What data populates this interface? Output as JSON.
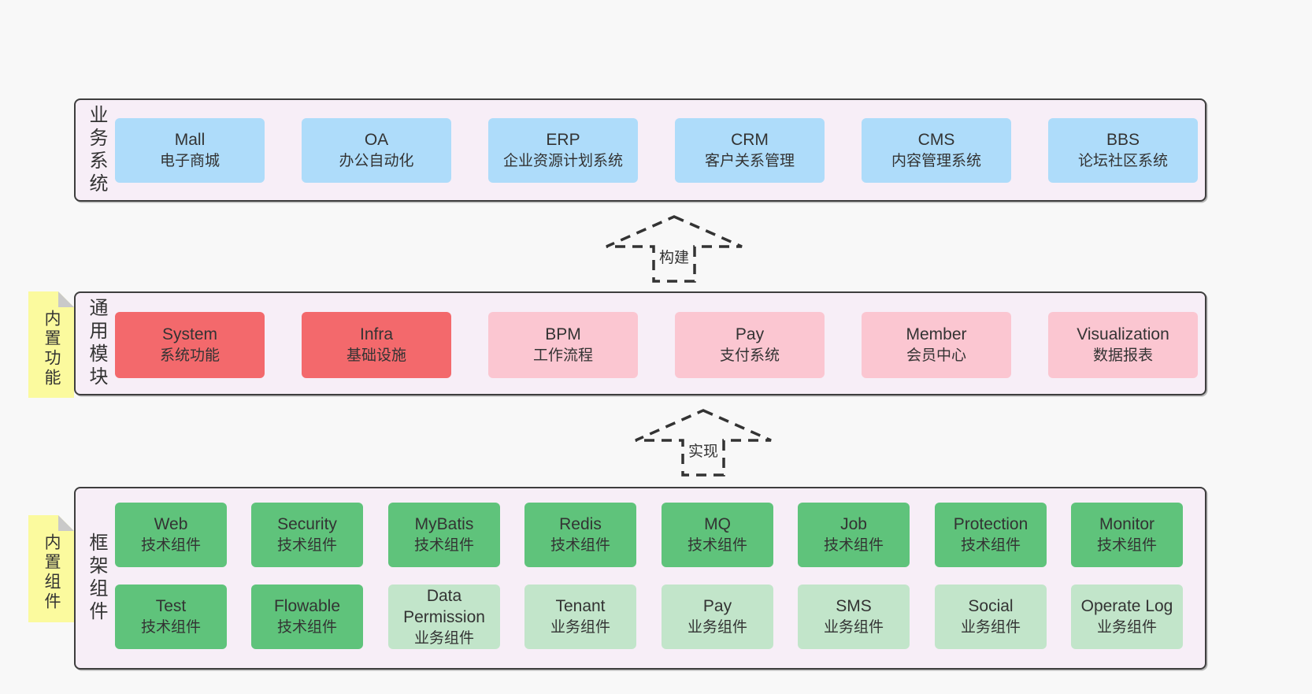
{
  "colors": {
    "background": "#f8f8f8",
    "layer_fill": "#f7eef7",
    "layer_border": "#3e3e3e",
    "business_box": "#aedcfa",
    "core_module_box": "#f3696c",
    "optional_module_box": "#fbc6d1",
    "tech_component_box": "#5fc37b",
    "biz_component_box": "#c2e5ca",
    "sticky_note": "#fbfa9e",
    "text": "#333333"
  },
  "layers": {
    "business": {
      "label": "业务系统",
      "boxes": [
        {
          "name": "Mall",
          "subtitle": "电子商城"
        },
        {
          "name": "OA",
          "subtitle": "办公自动化"
        },
        {
          "name": "ERP",
          "subtitle": "企业资源计划系统"
        },
        {
          "name": "CRM",
          "subtitle": "客户关系管理"
        },
        {
          "name": "CMS",
          "subtitle": "内容管理系统"
        },
        {
          "name": "BBS",
          "subtitle": "论坛社区系统"
        }
      ]
    },
    "modules": {
      "label": "通用模块",
      "sticky": "内置功能",
      "boxes": [
        {
          "name": "System",
          "subtitle": "系统功能",
          "variant": "core"
        },
        {
          "name": "Infra",
          "subtitle": "基础设施",
          "variant": "core"
        },
        {
          "name": "BPM",
          "subtitle": "工作流程",
          "variant": "optional"
        },
        {
          "name": "Pay",
          "subtitle": "支付系统",
          "variant": "optional"
        },
        {
          "name": "Member",
          "subtitle": "会员中心",
          "variant": "optional"
        },
        {
          "name": "Visualization",
          "subtitle": "数据报表",
          "variant": "optional"
        }
      ]
    },
    "framework": {
      "label": "框架组件",
      "sticky": "内置组件",
      "row1": [
        {
          "name": "Web",
          "subtitle": "技术组件",
          "variant": "tech"
        },
        {
          "name": "Security",
          "subtitle": "技术组件",
          "variant": "tech"
        },
        {
          "name": "MyBatis",
          "subtitle": "技术组件",
          "variant": "tech"
        },
        {
          "name": "Redis",
          "subtitle": "技术组件",
          "variant": "tech"
        },
        {
          "name": "MQ",
          "subtitle": "技术组件",
          "variant": "tech"
        },
        {
          "name": "Job",
          "subtitle": "技术组件",
          "variant": "tech"
        },
        {
          "name": "Protection",
          "subtitle": "技术组件",
          "variant": "tech"
        },
        {
          "name": "Monitor",
          "subtitle": "技术组件",
          "variant": "tech"
        }
      ],
      "row2": [
        {
          "name": "Test",
          "subtitle": "技术组件",
          "variant": "tech"
        },
        {
          "name": "Flowable",
          "subtitle": "技术组件",
          "variant": "tech"
        },
        {
          "name": "Data Permission",
          "subtitle": "业务组件",
          "variant": "biz"
        },
        {
          "name": "Tenant",
          "subtitle": "业务组件",
          "variant": "biz"
        },
        {
          "name": "Pay",
          "subtitle": "业务组件",
          "variant": "biz"
        },
        {
          "name": "SMS",
          "subtitle": "业务组件",
          "variant": "biz"
        },
        {
          "name": "Social",
          "subtitle": "业务组件",
          "variant": "biz"
        },
        {
          "name": "Operate Log",
          "subtitle": "业务组件",
          "variant": "biz"
        }
      ]
    }
  },
  "arrows": [
    {
      "label": "构建"
    },
    {
      "label": "实现"
    }
  ]
}
